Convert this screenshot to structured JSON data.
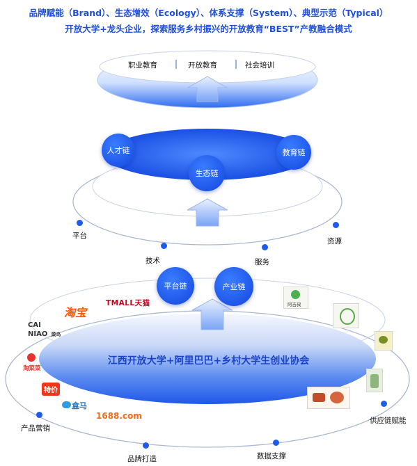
{
  "header": {
    "line1": "品牌赋能（Brand）、生态增效（Ecology）、体系支撑（System）、典型示范（Typical）",
    "line2": "开放大学+龙头企业，探索服务乡村振兴的开放教育“BEST”产教融合模式"
  },
  "top_tier": {
    "items": [
      "职业教育",
      "开放教育",
      "社会培训"
    ]
  },
  "middle_tier": {
    "chains": [
      "人才链",
      "生态链",
      "教育链"
    ],
    "ring_labels": {
      "left": "平台",
      "bottom_left": "技术",
      "bottom_right": "服务",
      "right": "资源"
    }
  },
  "bottom_tier": {
    "chains": [
      "平台链",
      "产业链"
    ],
    "core_label": "江西开放大学+阿里巴巴+乡村大学生创业协会",
    "ring_labels": {
      "left": "产品营销",
      "bottom_left": "品牌打造",
      "bottom_right": "数据支撑",
      "right": "供应链赋能"
    },
    "logos": {
      "taobao": "淘宝",
      "tmall": "TMALL天猫",
      "cainiao_top": "CAI",
      "cainiao_bottom": "NIAO",
      "cainiao_cn": "菜鸟",
      "taocaicai": "淘菜菜",
      "tejia": "特价",
      "hema": "盒马",
      "site1688": "1688.com",
      "product1": "阿吉叔"
    }
  },
  "colors": {
    "accent": "#1f4fd8",
    "chain": "#1e5bea"
  }
}
